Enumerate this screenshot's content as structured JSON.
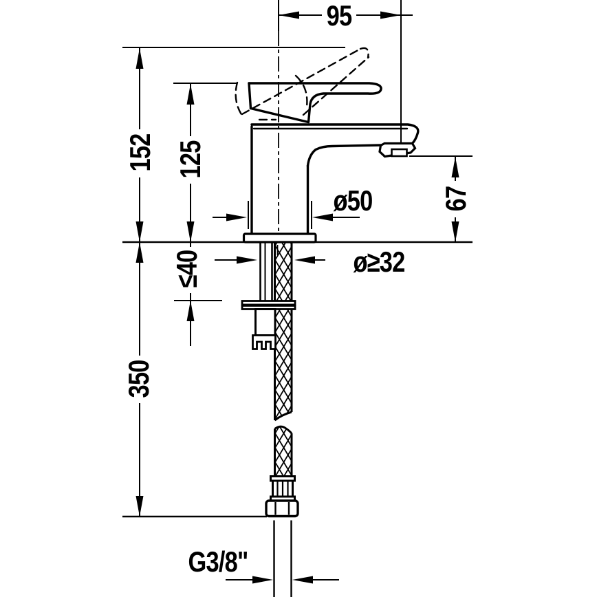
{
  "drawing": {
    "title": "Single-lever basin mixer – technical dimension drawing",
    "line_color": "#000000",
    "background_color": "#ffffff",
    "units": "mm",
    "dimensions": {
      "spout_reach": {
        "label": "95"
      },
      "total_height": {
        "label": "152"
      },
      "handle_height": {
        "label": "125"
      },
      "spout_outlet_height": {
        "label": "67"
      },
      "base_diameter": {
        "label": "ø50"
      },
      "min_hole_diameter": {
        "label": "ø≥32"
      },
      "max_deck_thickness": {
        "label": "≤40"
      },
      "hose_length": {
        "label": "350"
      },
      "connection_thread": {
        "label": "G3/8\""
      }
    }
  }
}
